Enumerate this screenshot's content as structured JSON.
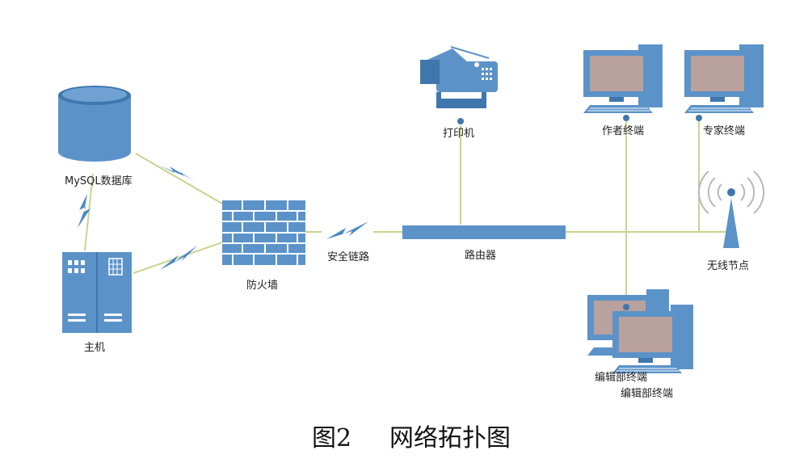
{
  "nodes": {
    "database": "MySQL数据库",
    "host": "主机",
    "firewall": "防火墙",
    "secure_link": "安全链路",
    "router": "路由器",
    "printer": "打印机",
    "author_terminal": "作者终端",
    "reviewer_terminal": "专家终端",
    "wireless_node": "无线节点",
    "editor_terminal_1": "编辑部终端",
    "editor_terminal_2": "编辑部终端"
  },
  "caption": {
    "figure_number": "图2",
    "title": "网络拓扑图"
  },
  "colors": {
    "icon_blue": "#5b93c9",
    "icon_dark": "#3f77ad",
    "screen": "#b9a19d",
    "line": "#c9d48f"
  }
}
